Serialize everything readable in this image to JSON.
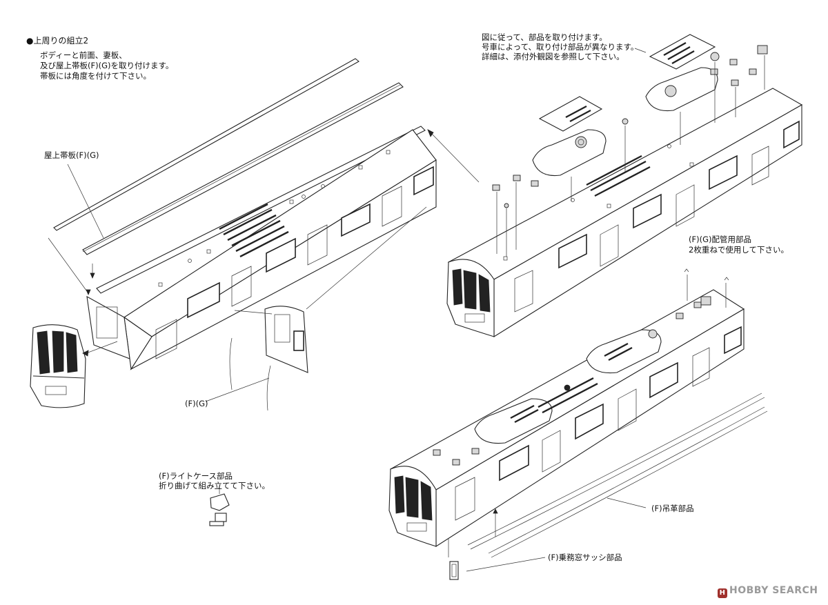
{
  "section_heading": "●上周りの組立2",
  "left_instructions": [
    "ボディーと前面、妻板、",
    "及び屋上帯板(F)(G)を取り付けます。",
    "帯板には角度を付けて下さい。"
  ],
  "right_instructions": [
    "図に従って、部品を取り付けます。",
    "号車によって、取り付け部品が異なります。",
    "詳細は、添付外観図を参照して下さい。"
  ],
  "labels": {
    "roof_strip": "屋上帯板(F)(G)",
    "fg_small": "(F)(G)",
    "piping_title": "(F)(G)配管用部品",
    "piping_note": "2枚重ねで使用して下さい。",
    "light_case_title": "(F)ライトケース部品",
    "light_case_note": "折り曲げて組み立てて下さい。",
    "strap": "(F)吊革部品",
    "crew_window": "(F)乗務窓サッシ部品"
  },
  "watermark": {
    "icon": "H",
    "text": "HOBBY SEARCH"
  }
}
